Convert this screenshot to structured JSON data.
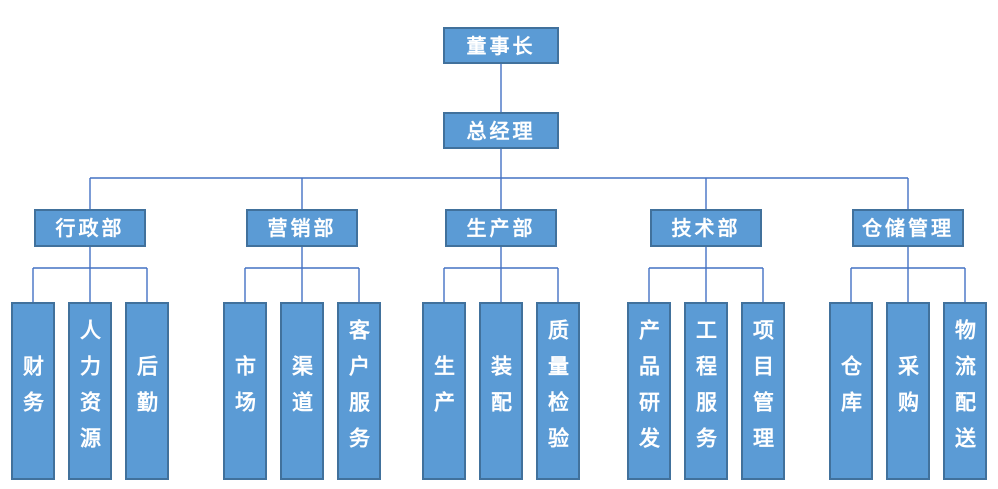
{
  "diagram": {
    "type": "org-chart",
    "root": {
      "label": "董事长"
    },
    "manager": {
      "label": "总经理"
    },
    "departments": [
      {
        "label": "行政部",
        "children": [
          {
            "label": "财务"
          },
          {
            "label": "人力资源"
          },
          {
            "label": "后勤"
          }
        ]
      },
      {
        "label": "营销部",
        "children": [
          {
            "label": "市场"
          },
          {
            "label": "渠道"
          },
          {
            "label": "客户服务"
          }
        ]
      },
      {
        "label": "生产部",
        "children": [
          {
            "label": "生产"
          },
          {
            "label": "装配"
          },
          {
            "label": "质量检验"
          }
        ]
      },
      {
        "label": "技术部",
        "children": [
          {
            "label": "产品研发"
          },
          {
            "label": "工程服务"
          },
          {
            "label": "项目管理"
          }
        ]
      },
      {
        "label": "仓储管理",
        "children": [
          {
            "label": "仓库"
          },
          {
            "label": "采购"
          },
          {
            "label": "物流配送"
          }
        ]
      }
    ],
    "colors": {
      "node_fill": "#5b9bd5",
      "node_border": "#41719c",
      "connector": "#4472c4",
      "text": "#ffffff",
      "background": "#ffffff"
    }
  }
}
